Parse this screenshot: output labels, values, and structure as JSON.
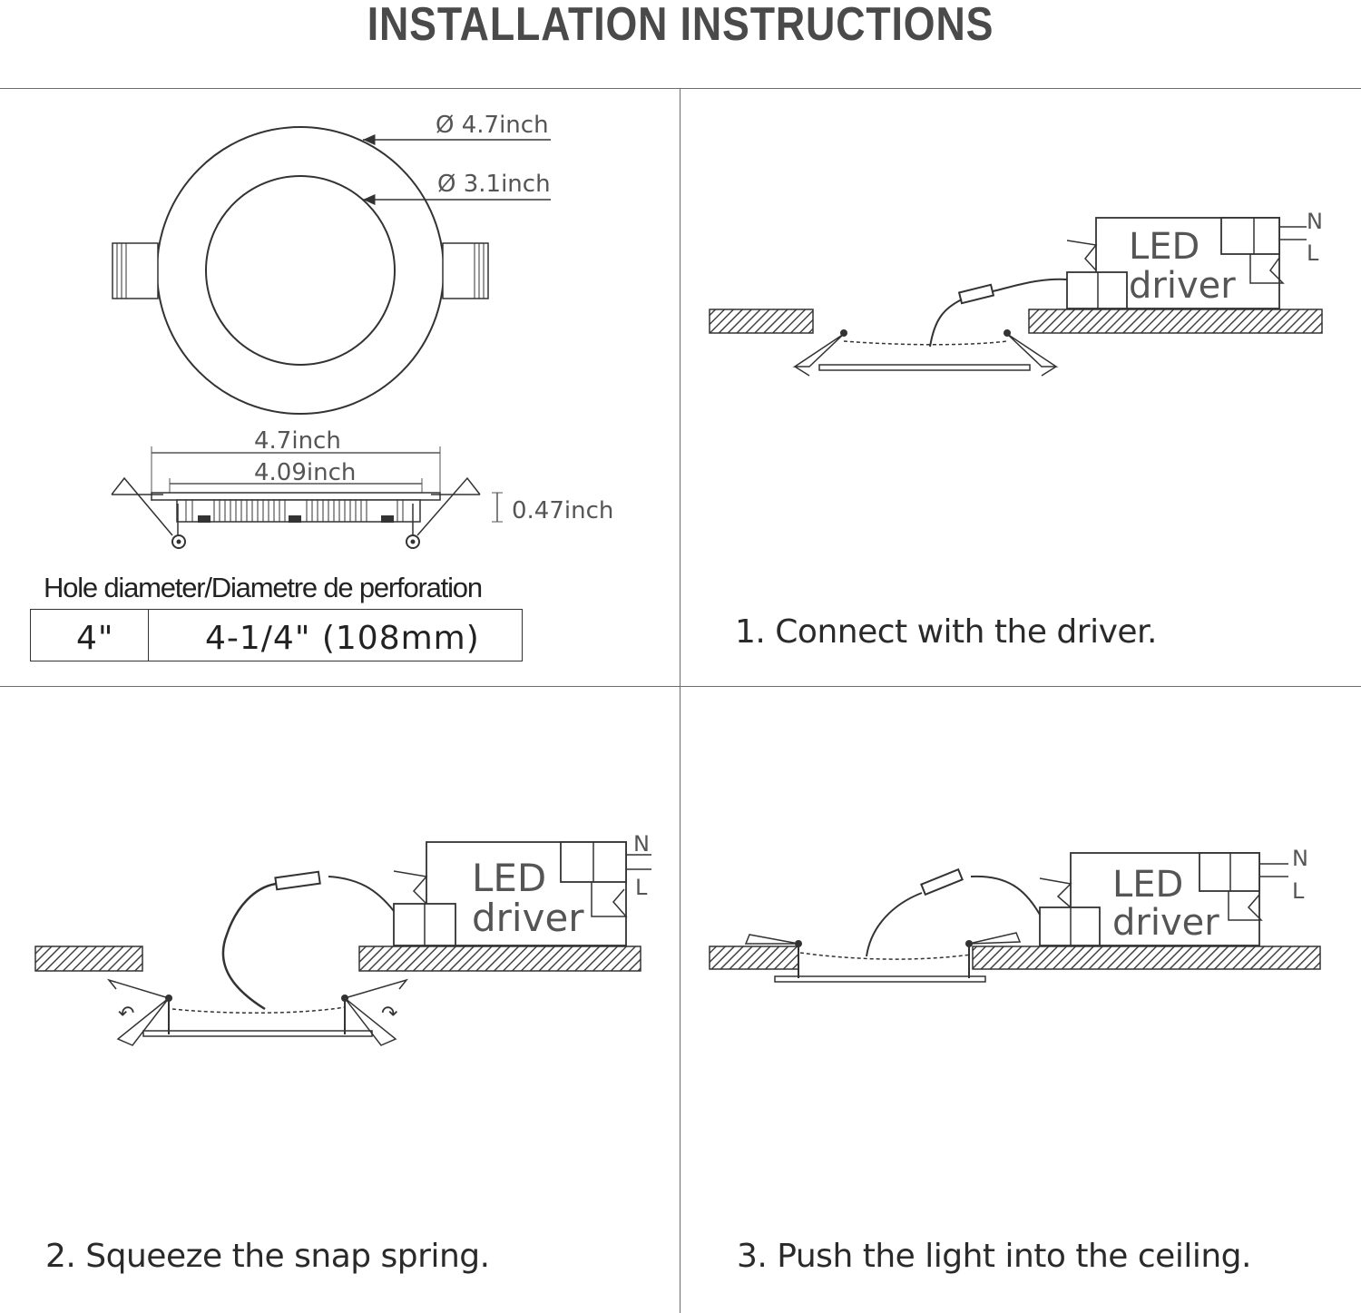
{
  "title": "INSTALLATION INSTRUCTIONS",
  "dimensions": {
    "outer_diameter": "Ø 4.7inch",
    "inner_diameter": "Ø 3.1inch",
    "width": "4.7inch",
    "inner_width": "4.09inch",
    "thickness": "0.47inch"
  },
  "hole": {
    "title": "Hole diameter/Diametre de perforation",
    "size": "4\"",
    "diameter": "4-1/4\" (108mm)"
  },
  "driver": {
    "line1": "LED",
    "line2": "driver",
    "neutral": "N",
    "live": "L"
  },
  "steps": [
    {
      "caption": "1. Connect with the driver."
    },
    {
      "caption": "2. Squeeze the snap spring."
    },
    {
      "caption": "3. Push the light into the ceiling."
    }
  ]
}
